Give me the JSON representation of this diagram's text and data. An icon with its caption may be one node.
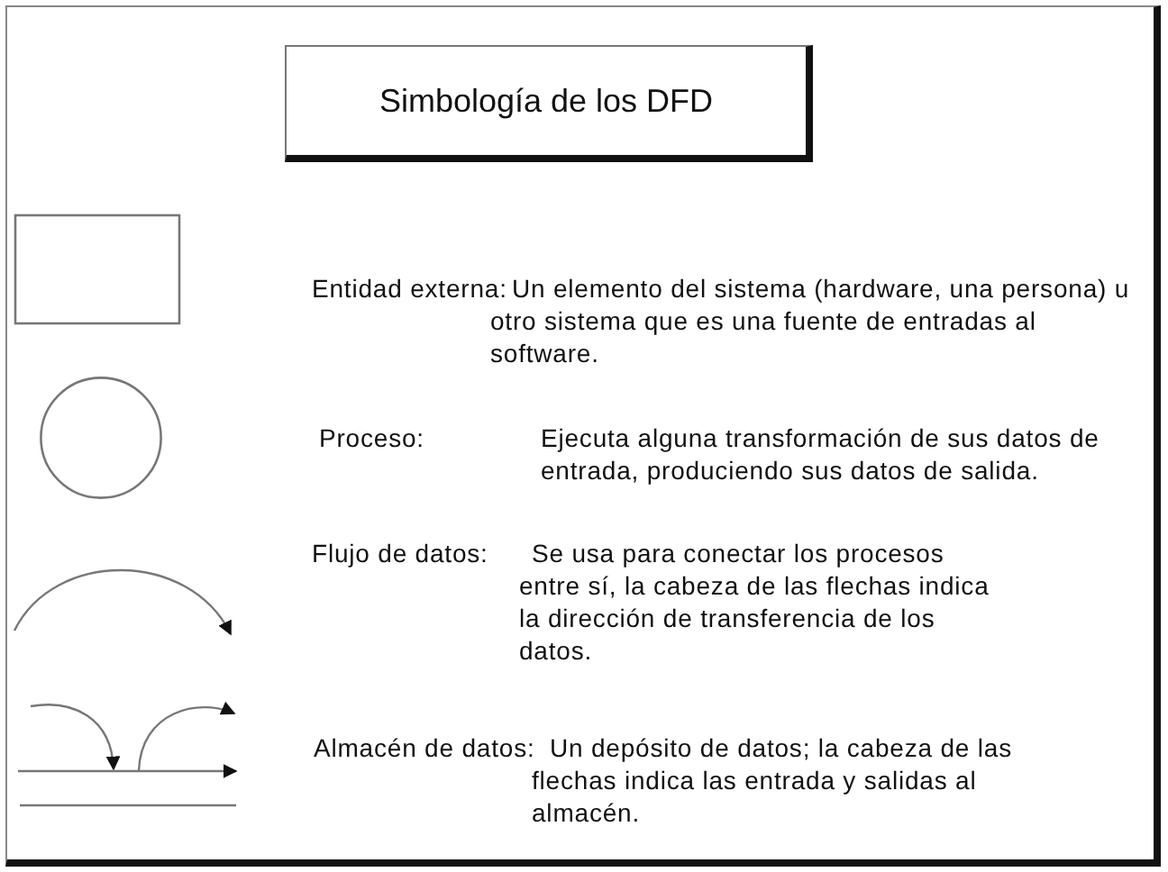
{
  "diagram": {
    "title": "Simbología de los DFD",
    "nodes": [
      {
        "text": [],
        "shape": "box"
      },
      {
        "text": [],
        "shape": "circle"
      }
    ],
    "labels": [
      "Entidad externa:",
      "Un elemento del sistema (hardware, una persona) u otro sistema que es una fuente de entradas al software.",
      "Proceso:",
      "Ejecuta alguna transformación de sus datos de entrada, produciendo sus datos de salida.",
      "Flujo de datos:",
      "Se usa para conectar los procesos entre sí, la cabeza de las flechas indica la dirección de transferencia de los datos.",
      "Almacén de datos:",
      "Un depósito de datos; la cabeza de las flechas indica las entrada y salidas al almacén."
    ]
  }
}
